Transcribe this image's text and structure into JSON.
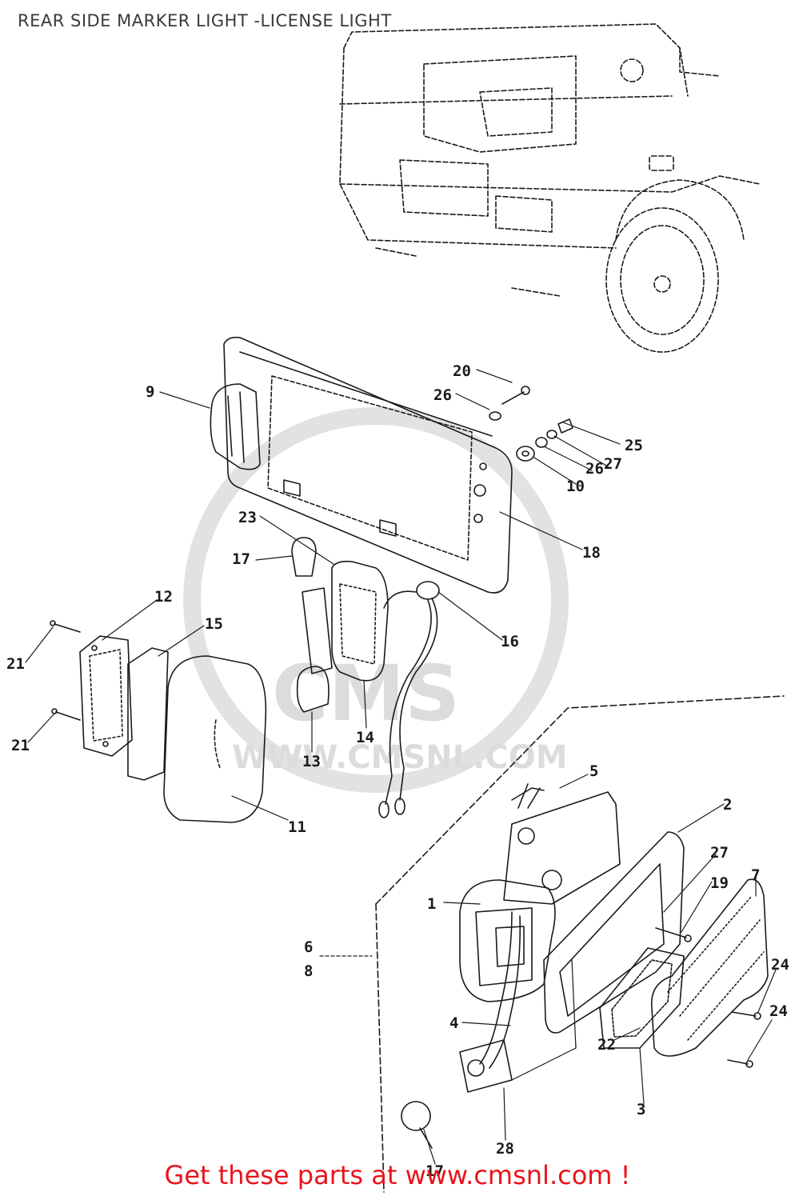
{
  "title": "REAR SIDE MARKER LIGHT -LICENSE LIGHT",
  "watermark": {
    "brand": "CMS",
    "url": "WWW.CMSNL.COM"
  },
  "footer": {
    "text": "Get these parts at www.cmsnl.com !"
  },
  "callouts": {
    "c1": "1",
    "c2": "2",
    "c3": "3",
    "c4": "4",
    "c5": "5",
    "c6": "6",
    "c8": "8",
    "c7": "7",
    "c9": "9",
    "c10": "10",
    "c11": "11",
    "c12": "12",
    "c13": "13",
    "c14": "14",
    "c15": "15",
    "c16": "16",
    "c17a": "17",
    "c17b": "17",
    "c18": "18",
    "c19": "19",
    "c20": "20",
    "c21a": "21",
    "c21b": "21",
    "c22": "22",
    "c23": "23",
    "c24a": "24",
    "c24b": "24",
    "c25": "25",
    "c26a": "26",
    "c26b": "26",
    "c27a": "27",
    "c27b": "27",
    "c28": "28"
  },
  "colors": {
    "line": "#1a1a1a",
    "footer": "#e8141b",
    "watermark": "#dcdcdc"
  }
}
